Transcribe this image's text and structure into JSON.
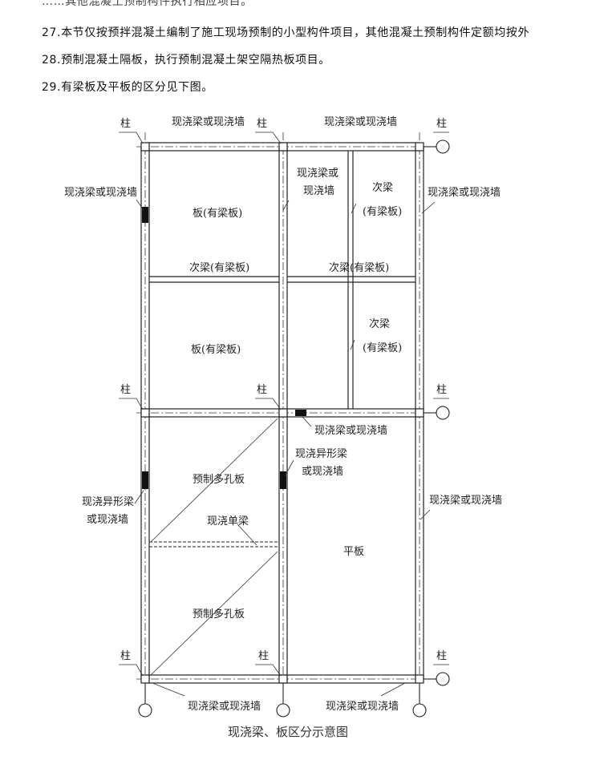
{
  "document": {
    "truncated_line": "……其他混凝土预制构件执行相应项目。",
    "lines": [
      "27.本节仅按预拌混凝土编制了施工现场预制的小型构件项目，其他混凝土预制构件定额均按外",
      "28.预制混凝土隔板，执行预制混凝土架空隔热板项目。",
      "29.有梁板及平板的区分见下图。"
    ]
  },
  "figure": {
    "caption": "现浇梁、板区分示意图",
    "labels": {
      "col": "柱",
      "beam_wall": "现浇梁或现浇墙",
      "beam_or": "现浇梁或",
      "wall": "现浇墙",
      "secondary": "次梁",
      "beamed_slab_paren": "(有梁板)",
      "slab_beamed": "板(有梁板)",
      "secondary_beamed": "次梁(有梁板)",
      "special_beam": "现浇异形梁",
      "or_wall": "或现浇墙",
      "precast_hollow": "预制多孔板",
      "single_beam": "现浇单梁",
      "flat_slab": "平板"
    }
  }
}
